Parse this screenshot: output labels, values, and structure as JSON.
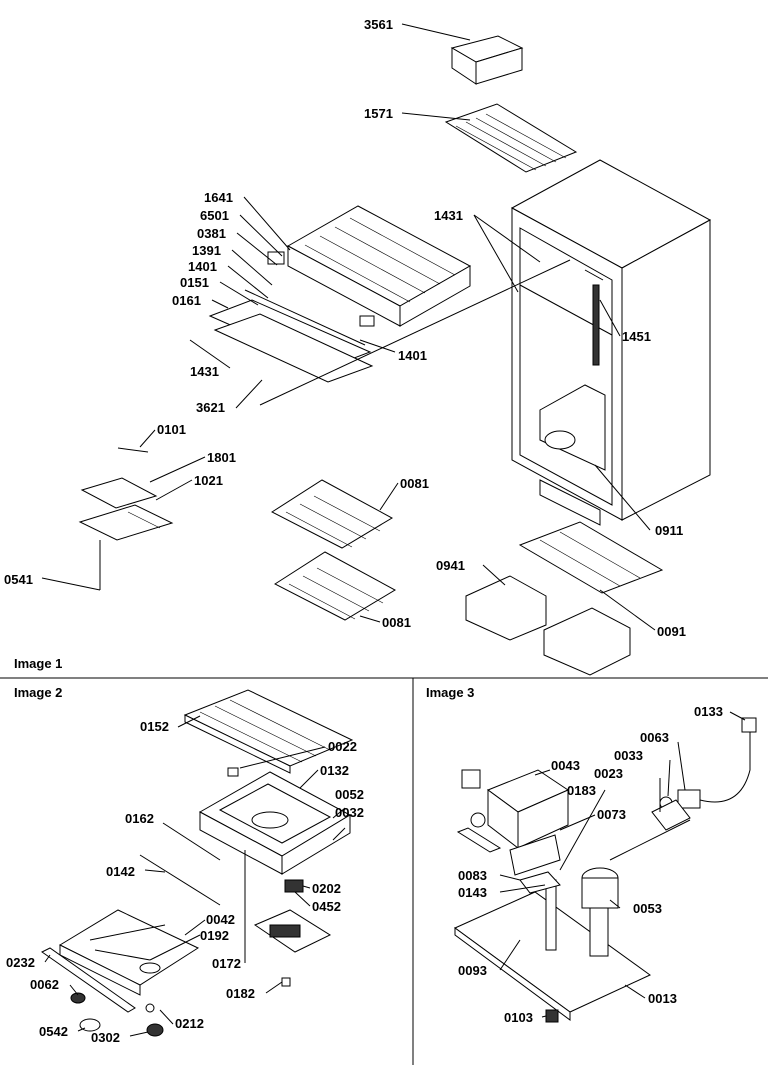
{
  "sections": {
    "image1": "Image 1",
    "image2": "Image 2",
    "image3": "Image 3"
  },
  "image1_labels": {
    "p3561": "3561",
    "p1571": "1571",
    "p1641": "1641",
    "p6501": "6501",
    "p0381": "0381",
    "p1391": "1391",
    "p1401a": "1401",
    "p0151": "0151",
    "p0161": "0161",
    "p1431a": "1431",
    "p1431b": "1431",
    "p1401b": "1401",
    "p1451": "1451",
    "p3621": "3621",
    "p0101": "0101",
    "p1801": "1801",
    "p1021": "1021",
    "p0541": "0541",
    "p0081a": "0081",
    "p0081b": "0081",
    "p0911": "0911",
    "p0941": "0941",
    "p0091": "0091"
  },
  "image2_labels": {
    "p0152": "0152",
    "p0022": "0022",
    "p0132": "0132",
    "p0052": "0052",
    "p0032": "0032",
    "p0162": "0162",
    "p0142": "0142",
    "p0202": "0202",
    "p0452": "0452",
    "p0042": "0042",
    "p0192": "0192",
    "p0232": "0232",
    "p0172": "0172",
    "p0062": "0062",
    "p0212": "0212",
    "p0182": "0182",
    "p0542": "0542",
    "p0302": "0302"
  },
  "image3_labels": {
    "p0133": "0133",
    "p0063": "0063",
    "p0033": "0033",
    "p0023": "0023",
    "p0043": "0043",
    "p0183": "0183",
    "p0073": "0073",
    "p0083": "0083",
    "p0143": "0143",
    "p0053": "0053",
    "p0093": "0093",
    "p0013": "0013",
    "p0103": "0103"
  }
}
